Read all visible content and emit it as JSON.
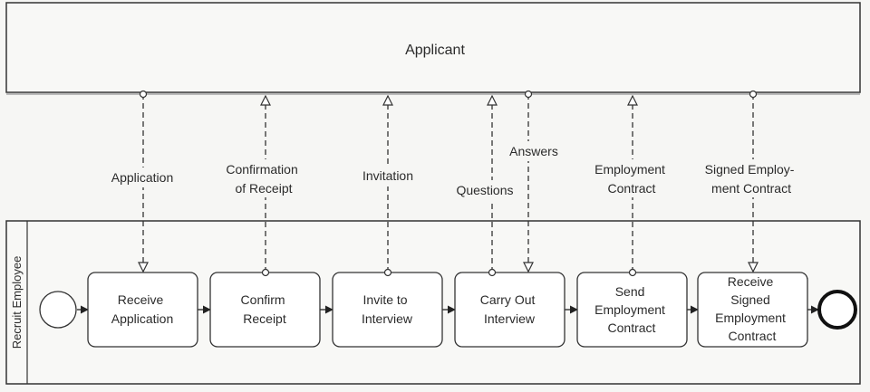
{
  "pools": {
    "applicant": {
      "label": "Applicant"
    },
    "process": {
      "label": "Recruit Employee"
    }
  },
  "tasks": [
    {
      "id": "receive-application",
      "lines": [
        "Receive",
        "Application"
      ]
    },
    {
      "id": "confirm-receipt",
      "lines": [
        "Confirm",
        "Receipt"
      ]
    },
    {
      "id": "invite-to-interview",
      "lines": [
        "Invite to",
        "Interview"
      ]
    },
    {
      "id": "carry-out-interview",
      "lines": [
        "Carry Out",
        "Interview"
      ]
    },
    {
      "id": "send-employment-contract",
      "lines": [
        "Send",
        "Employment",
        "Contract"
      ]
    },
    {
      "id": "receive-signed-employment-contract",
      "lines": [
        "Receive",
        "Signed",
        "Employment",
        "Contract"
      ]
    }
  ],
  "messages": [
    {
      "id": "application",
      "lines": [
        "Application"
      ],
      "direction": "to-process"
    },
    {
      "id": "confirmation-of-receipt",
      "lines": [
        "Confirmation",
        "of Receipt"
      ],
      "direction": "to-applicant"
    },
    {
      "id": "invitation",
      "lines": [
        "Invitation"
      ],
      "direction": "to-applicant"
    },
    {
      "id": "questions",
      "lines": [
        "Questions"
      ],
      "direction": "to-applicant"
    },
    {
      "id": "answers",
      "lines": [
        "Answers"
      ],
      "direction": "to-process"
    },
    {
      "id": "employment-contract",
      "lines": [
        "Employment",
        "Contract"
      ],
      "direction": "to-applicant"
    },
    {
      "id": "signed-employment-contract",
      "lines": [
        "Signed Employ-",
        "ment Contract"
      ],
      "direction": "to-process"
    }
  ]
}
